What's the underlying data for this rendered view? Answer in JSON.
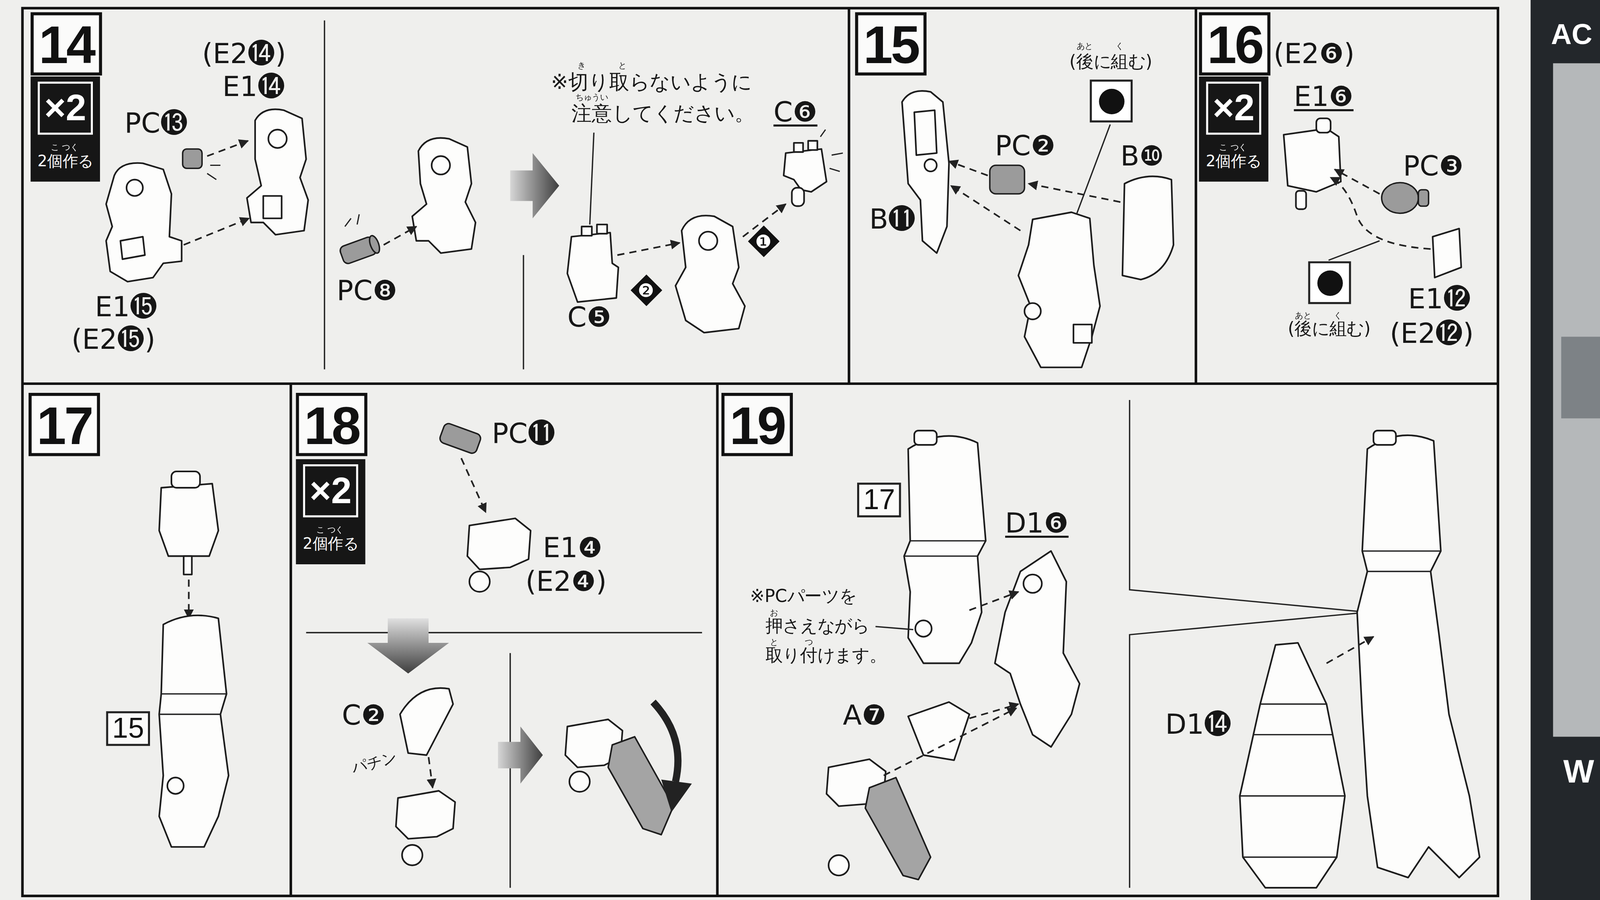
{
  "diagram": {
    "nodes": [
      {
        "text": [
          "14"
        ]
      },
      {
        "text": [
          "×2",
          "2個作る"
        ]
      },
      {
        "text": [
          "❶"
        ]
      },
      {
        "text": [
          "❷"
        ]
      },
      {
        "text": [
          "15"
        ]
      },
      {
        "text": [
          "(後に組む)"
        ]
      },
      {
        "text": [
          "16"
        ]
      },
      {
        "text": [
          "×2",
          "2個作る"
        ]
      },
      {
        "text": [
          "(後に組む)"
        ]
      },
      {
        "text": [
          "17"
        ]
      },
      {
        "text": [
          "15"
        ]
      },
      {
        "text": [
          "18"
        ]
      },
      {
        "text": [
          "×2",
          "2個作る"
        ]
      },
      {
        "text": [
          "19"
        ]
      },
      {
        "text": [
          "17"
        ]
      }
    ],
    "labels": [
      "こ",
      "つく",
      "(E2⓮)",
      "E1⓮",
      "PC⓭",
      "E1⓯",
      "(E2⓯)",
      "PC❽",
      "き",
      "と",
      "※切り取らないように 注意してください。",
      "ちゅうい",
      "C❻",
      "C❺",
      "あと",
      "く",
      "PC❷",
      "B❿",
      "B⓫",
      "こ",
      "つく",
      "(E2❻)",
      "E1❻",
      "PC❸",
      "E1⓬",
      "(E2⓬)",
      "あと",
      "く",
      "こ",
      "つく",
      "PC⓫",
      "E1❹",
      "(E2❹)",
      "C❷",
      "パチン",
      "D1❻",
      "お",
      "と",
      "つ",
      "※PCパーツを 押さえながら 取り付けます。",
      "A❼",
      "D1⓮",
      "AC",
      "W"
    ]
  }
}
